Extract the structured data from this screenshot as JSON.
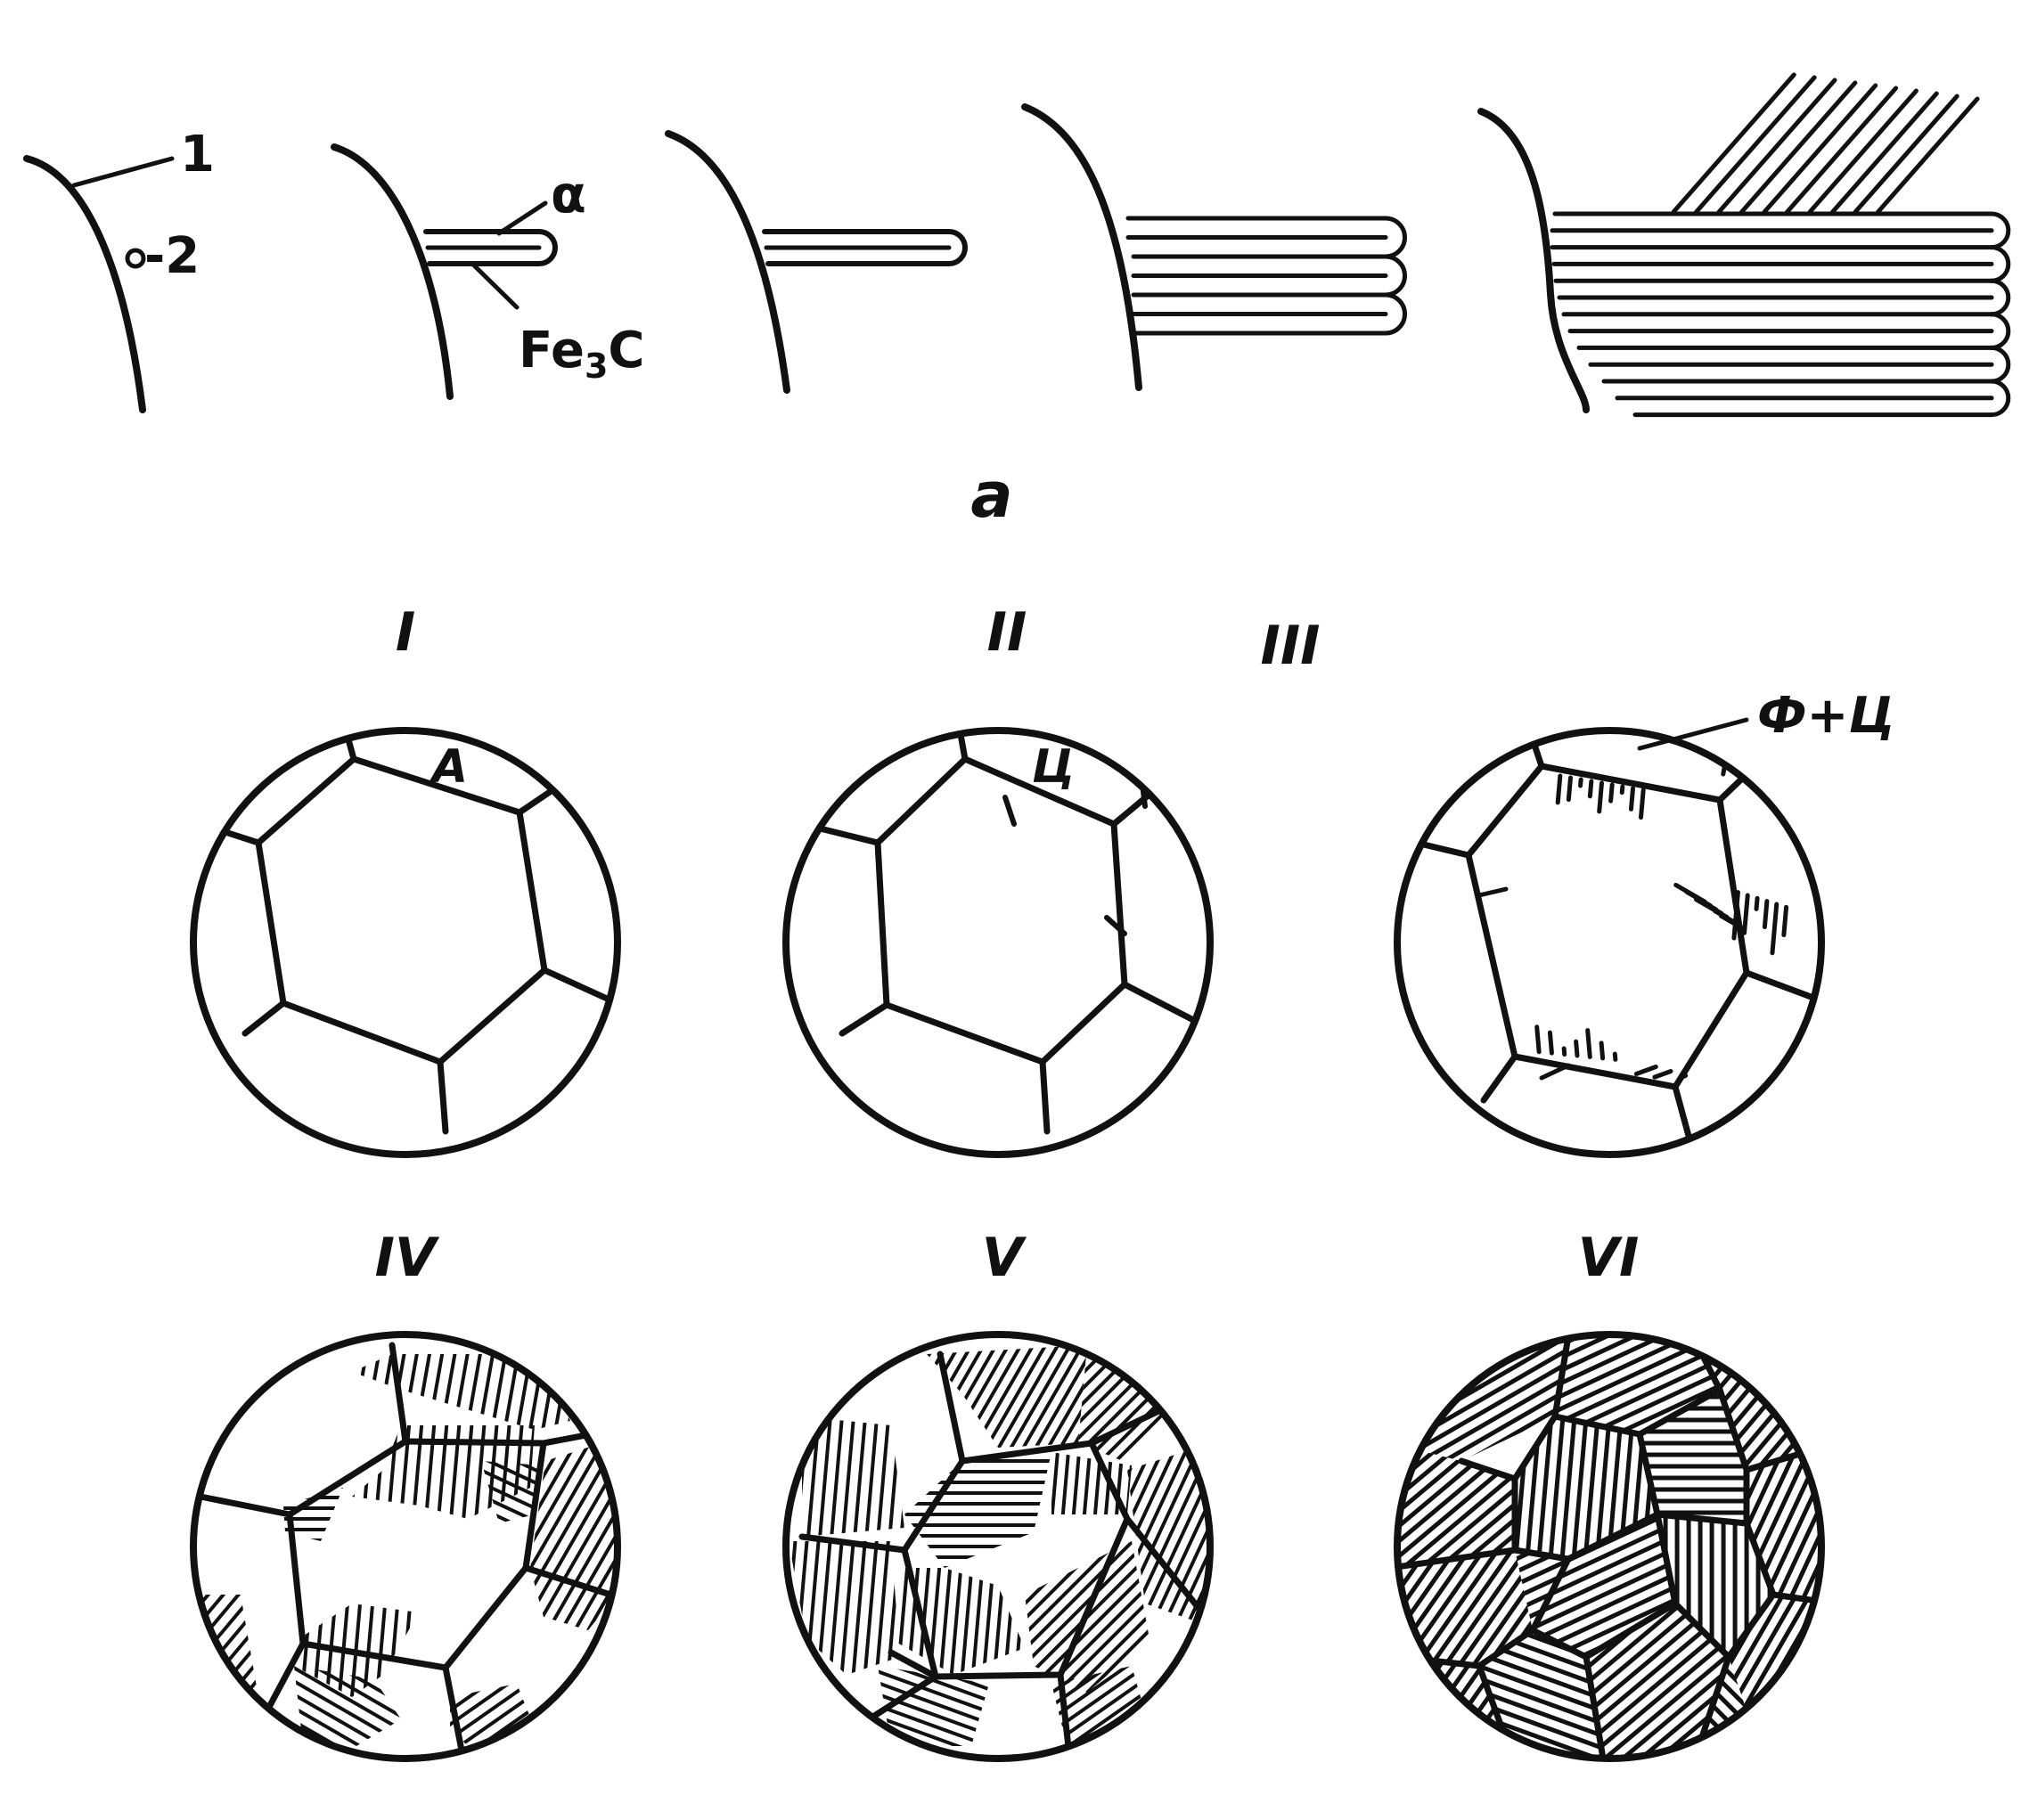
{
  "panel_a": {
    "label_1": "1",
    "label_2": "-2",
    "label_alpha": "α",
    "label_fe3c_main": "Fe",
    "label_fe3c_sub": "3",
    "label_fe3c_end": "C",
    "caption": "a"
  },
  "stages": [
    {
      "label": "I"
    },
    {
      "label": "II"
    },
    {
      "label": "III"
    },
    {
      "label": "IV"
    },
    {
      "label": "V"
    },
    {
      "label": "VI"
    }
  ],
  "phase_labels": {
    "austenite": "A",
    "cementite": "Ц",
    "ferrite_cementite": "Ф+Ц"
  },
  "colors": {
    "ink": "#111111",
    "paper": "#ffffff"
  }
}
